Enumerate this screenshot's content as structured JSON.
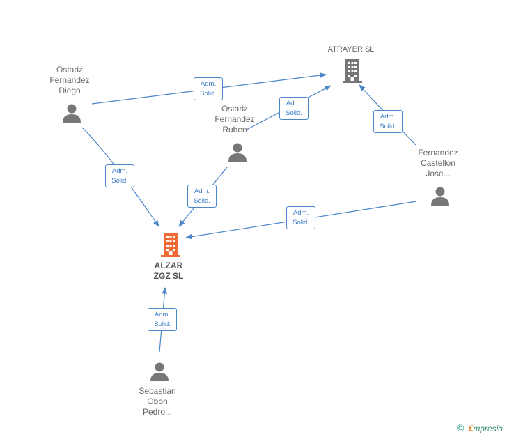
{
  "nodes": {
    "ostariz_diego": {
      "label": [
        "Ostariz",
        "Fernandez",
        "Diego"
      ]
    },
    "ostariz_ruben": {
      "label": [
        "Ostariz",
        "Fernandez",
        "Ruben"
      ]
    },
    "fernandez_castellon": {
      "label": [
        "Fernandez",
        "Castellon",
        "Jose..."
      ]
    },
    "sebastian_obon": {
      "label": [
        "Sebastian",
        "Obon",
        "Pedro..."
      ]
    },
    "atrayer": {
      "label": [
        "ATRAYER  SL"
      ]
    },
    "alzar": {
      "label": [
        "ALZAR",
        "ZGZ  SL"
      ]
    }
  },
  "role": [
    "Adm.",
    "Solid."
  ],
  "footer": {
    "copyright": "©",
    "brand_initial": "€",
    "brand_rest": "mpresia"
  },
  "colors": {
    "edge": "#4a86c8",
    "person": "#777777",
    "company": "#666666",
    "main_company": "#f06a35"
  }
}
